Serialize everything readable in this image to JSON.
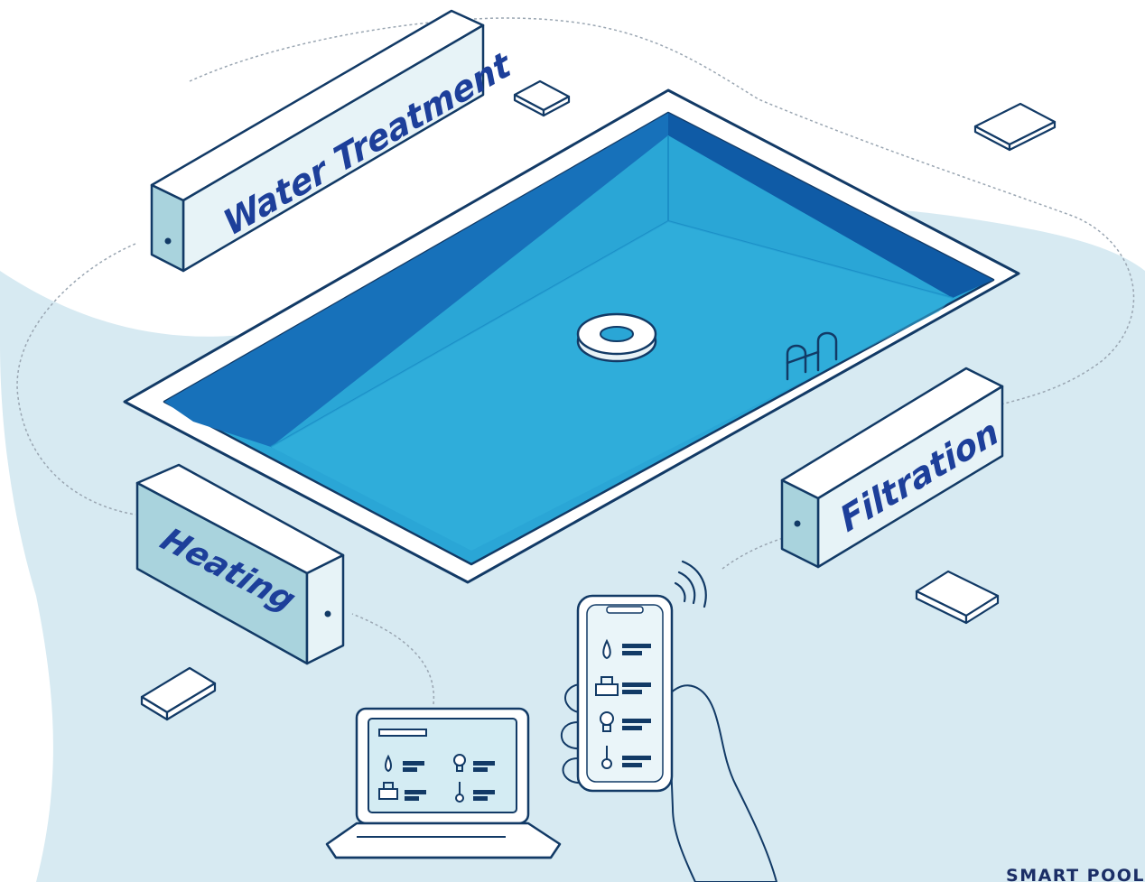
{
  "labels": {
    "water_treatment": "Water Treatment",
    "heating": "Heating",
    "filtration": "Filtration"
  },
  "footer": {
    "caption": "SMART POOL"
  },
  "colors": {
    "background_blob": "#d7eaf2",
    "outline": "#123a66",
    "box_face": "#e7f3f7",
    "box_end": "#a9d3dd",
    "label_text": "#1d3f9a",
    "water_main": "#2aa6d6",
    "water_deep": "#0f5ba6",
    "water_wall": "#1771ba",
    "caption_text": "#1b2e66"
  },
  "icons": [
    "water-drop-icon",
    "pump-icon",
    "bulb-icon",
    "thermometer-icon",
    "wifi-signal-icon",
    "pool-float-icon",
    "pool-ladder-icon"
  ]
}
